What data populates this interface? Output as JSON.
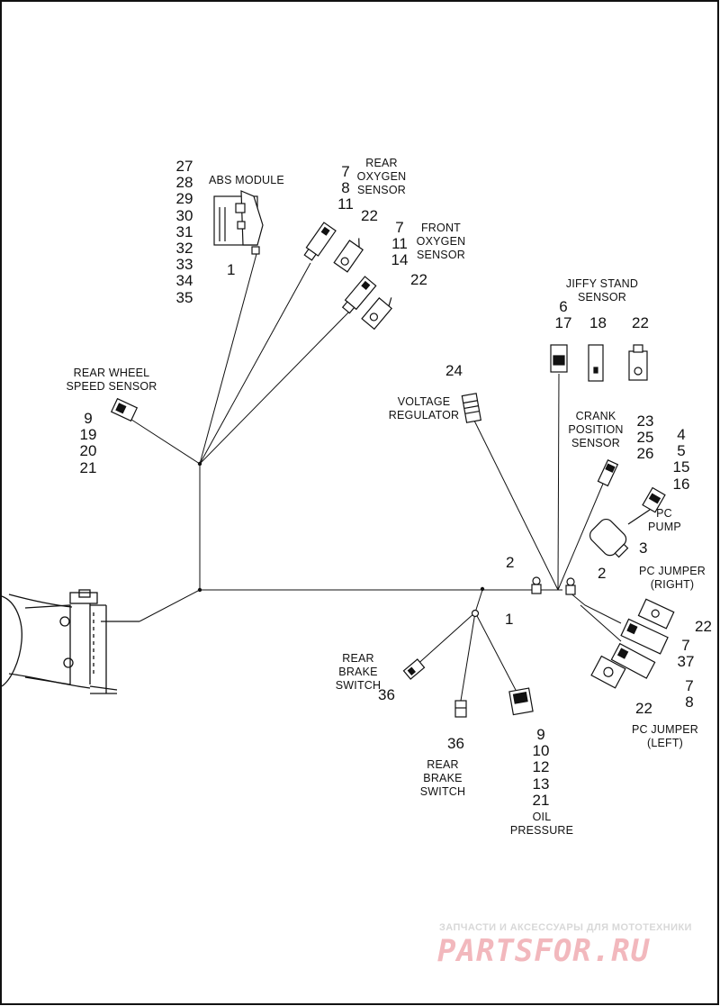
{
  "labels": {
    "abs_module": "ABS MODULE",
    "rear_oxygen": "REAR OXYGEN SENSOR",
    "front_oxygen": "FRONT OXYGEN SENSOR",
    "jiffy_stand": "JIFFY STAND SENSOR",
    "rear_wheel_speed": "REAR WHEEL SPEED SENSOR",
    "voltage_regulator": "VOLTAGE REGULATOR",
    "crank_position": "CRANK POSITION SENSOR",
    "pc_pump": "PC PUMP",
    "pc_jumper_right": "PC JUMPER (RIGHT)",
    "pc_jumper_left": "PC JUMPER (LEFT)",
    "rear_brake_switch_a": "REAR BRAKE SWITCH",
    "rear_brake_switch_b": "REAR BRAKE SWITCH",
    "oil_pressure": "OIL PRESSURE"
  },
  "callouts": {
    "abs_module_parts": [
      "27",
      "28",
      "29",
      "30",
      "31",
      "32",
      "33",
      "34",
      "35"
    ],
    "abs_module_clip": "1",
    "rear_oxygen_parts": [
      "7",
      "8",
      "11"
    ],
    "rear_oxygen_clip": "22",
    "front_oxygen_parts": [
      "7",
      "11",
      "14"
    ],
    "front_oxygen_clip": "22",
    "jiffy_connector": [
      "6",
      "17"
    ],
    "jiffy_sensor": "18",
    "jiffy_clip": "22",
    "voltage_regulator_part": "24",
    "rear_wheel_speed_parts": [
      "9",
      "19",
      "20",
      "21"
    ],
    "crank_position_parts": [
      "23",
      "25",
      "26"
    ],
    "pc_pump_connector": [
      "4",
      "5",
      "15",
      "16"
    ],
    "pc_pump_part": "3",
    "clamp_left": "2",
    "clamp_right": "2",
    "pc_jumper_right_clip": "22",
    "pc_jumper_right_conn": [
      "7",
      "37"
    ],
    "pc_jumper_left_clip": "22",
    "pc_jumper_left_conn": [
      "7",
      "8"
    ],
    "junction_clip": "1",
    "rear_brake_switch_a_part": "36",
    "rear_brake_switch_b_part": "36",
    "oil_pressure_parts": [
      "9",
      "10",
      "12",
      "13",
      "21"
    ]
  },
  "watermark": {
    "top": "ЗАПЧАСТИ И АКСЕССУАРЫ ДЛЯ МОТОТЕХНИКИ",
    "logo": "PARTSFOR.RU"
  },
  "colors": {
    "line": "#111111",
    "watermark_logo": "#f2b8bd",
    "watermark_text": "#d8d8d8"
  }
}
